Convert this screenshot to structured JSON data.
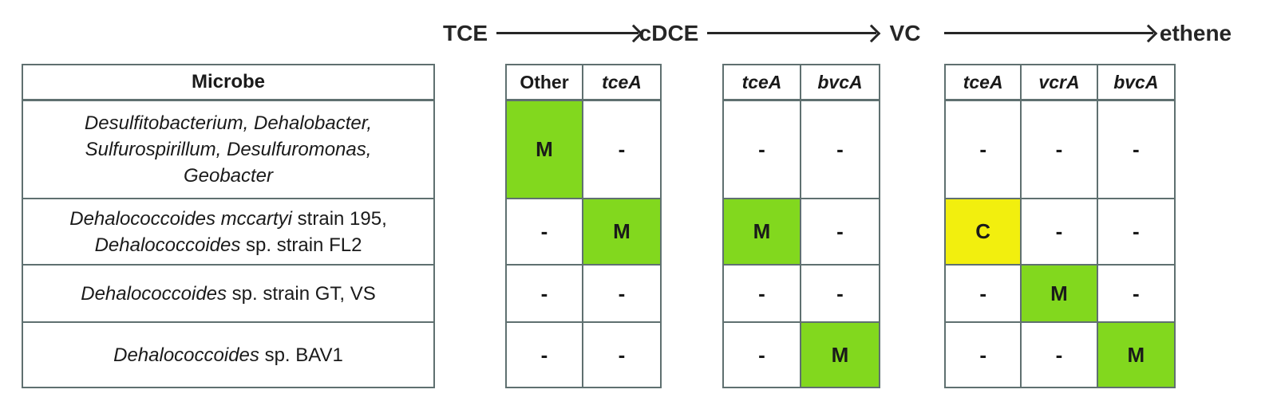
{
  "pathway": {
    "compounds": [
      "TCE",
      "cDCE",
      "VC",
      "ethene"
    ]
  },
  "colors": {
    "highlight_green": "#82D81E",
    "highlight_yellow": "#F2EF0E",
    "table_border": "#5F7070",
    "text": "#1A1A1A"
  },
  "microbe_table": {
    "header": "Microbe",
    "rows": [
      {
        "lines": [
          [
            {
              "t": "Desulfitobacterium, Dehalobacter,",
              "i": true
            }
          ],
          [
            {
              "t": "Sulfurospirillum, Desulfuromonas,",
              "i": true
            }
          ],
          [
            {
              "t": "Geobacter",
              "i": true
            }
          ]
        ]
      },
      {
        "lines": [
          [
            {
              "t": "Dehalococcoides mccartyi",
              "i": true
            },
            {
              "t": " strain 195,",
              "i": false
            }
          ],
          [
            {
              "t": "Dehalococcoides",
              "i": true
            },
            {
              "t": " sp. strain FL2",
              "i": false
            }
          ]
        ]
      },
      {
        "lines": [
          [
            {
              "t": "Dehalococcoides",
              "i": true
            },
            {
              "t": " sp. strain GT, VS",
              "i": false
            }
          ]
        ]
      },
      {
        "lines": [
          [
            {
              "t": "Dehalococcoides",
              "i": true
            },
            {
              "t": " sp. BAV1",
              "i": false
            }
          ]
        ]
      }
    ]
  },
  "gene_tables": [
    {
      "step": "TCE to cDCE",
      "columns": [
        {
          "label": "Other",
          "italic": false
        },
        {
          "label": "tceA",
          "italic": true
        }
      ],
      "cells": [
        [
          "M",
          "-"
        ],
        [
          "-",
          "M"
        ],
        [
          "-",
          "-"
        ],
        [
          "-",
          "-"
        ]
      ],
      "fills": [
        [
          "green",
          "white"
        ],
        [
          "white",
          "green"
        ],
        [
          "white",
          "white"
        ],
        [
          "white",
          "white"
        ]
      ]
    },
    {
      "step": "cDCE to VC",
      "columns": [
        {
          "label": "tceA",
          "italic": true
        },
        {
          "label": "bvcA",
          "italic": true
        }
      ],
      "cells": [
        [
          "-",
          "-"
        ],
        [
          "M",
          "-"
        ],
        [
          "-",
          "-"
        ],
        [
          "-",
          "M"
        ]
      ],
      "fills": [
        [
          "white",
          "white"
        ],
        [
          "green",
          "white"
        ],
        [
          "white",
          "white"
        ],
        [
          "white",
          "green"
        ]
      ]
    },
    {
      "step": "VC to ethene",
      "columns": [
        {
          "label": "tceA",
          "italic": true
        },
        {
          "label": "vcrA",
          "italic": true
        },
        {
          "label": "bvcA",
          "italic": true
        }
      ],
      "cells": [
        [
          "-",
          "-",
          "-"
        ],
        [
          "C",
          "-",
          "-"
        ],
        [
          "-",
          "M",
          "-"
        ],
        [
          "-",
          "-",
          "M"
        ]
      ],
      "fills": [
        [
          "white",
          "white",
          "white"
        ],
        [
          "yellow",
          "white",
          "white"
        ],
        [
          "white",
          "green",
          "white"
        ],
        [
          "white",
          "white",
          "green"
        ]
      ]
    }
  ]
}
